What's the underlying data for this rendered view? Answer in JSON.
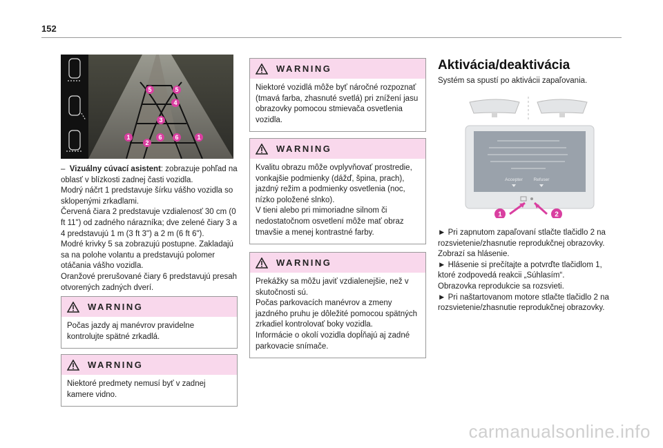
{
  "page": {
    "number": "152",
    "watermark": "carmanualsonline.info"
  },
  "camera_figure": {
    "markers": [
      "5",
      "5",
      "4",
      "3",
      "1",
      "2",
      "6",
      "6",
      "1"
    ]
  },
  "col1": {
    "dash": "–",
    "term": "Vizuálny cúvací asistent",
    "intro": ": zobrazuje pohľad na oblasť v blízkosti zadnej časti vozidla.",
    "p2": "Modrý náčrt 1 predstavuje šírku vášho vozidla so sklopenými zrkadlami.",
    "p3": "Červená čiara 2 predstavuje vzdialenosť 30 cm (0 ft 11\") od zadného nárazníka; dve zelené čiary 3 a 4 predstavujú 1 m (3 ft 3\") a 2 m (6 ft 6\").",
    "p4": "Modré krivky 5 sa zobrazujú postupne. Zakladajú sa na polohe volantu a predstavujú polomer otáčania vášho vozidla.",
    "p5": "Oranžové prerušované čiary 6 predstavujú presah otvorených zadných dverí."
  },
  "warnings": [
    {
      "title": "WARNING",
      "text": "Počas jazdy aj manévrov pravidelne kontrolujte spätné zrkadlá."
    },
    {
      "title": "WARNING",
      "text": "Niektoré predmety nemusí byť v zadnej kamere vidno."
    },
    {
      "title": "WARNING",
      "text": "Niektoré vozidlá môže byť náročné rozpoznať (tmavá farba, zhasnuté svetlá) pri znížení jasu obrazovky pomocou stmievača osvetlenia vozidla."
    },
    {
      "title": "WARNING",
      "text1": "Kvalitu obrazu môže ovplyvňovať prostredie, vonkajšie podmienky (dážď, špina, prach), jazdný režim a podmienky osvetlenia (noc, nízko položené slnko).",
      "text2": "V tieni alebo pri mimoriadne silnom či nedostatočnom osvetlení môže mať obraz tmavšie a menej kontrastné farby."
    },
    {
      "title": "WARNING",
      "text1": "Prekážky sa môžu javiť vzdialenejšie, než v skutočnosti sú.",
      "text2": "Počas parkovacích manévrov a zmeny jazdného pruhu je dôležité pomocou spätných zrkadiel kontrolovať boky vozidla.",
      "text3": "Informácie o okolí vozidla dopĺňajú aj zadné parkovacie snímače."
    }
  ],
  "col3": {
    "heading": "Aktivácia/deaktivácia",
    "intro": "Systém sa spustí po aktivácii zapaľovania.",
    "screen": {
      "accept": "Accepter",
      "refuse": "Refuser"
    },
    "callouts": [
      "1",
      "2"
    ],
    "steps": [
      "► Pri zapnutom zapaľovaní stlačte tlačidlo 2 na rozsvietenie/zhasnutie reprodukčnej obrazovky.",
      "Zobrazí sa hlásenie.",
      "► Hlásenie si prečítajte a potvrďte tlačidlom 1, ktoré zodpovedá reakcii „Súhlasím“.",
      "Obrazovka reprodukcie sa rozsvieti.",
      "► Pri naštartovanom motore stlačte tlačidlo 2 na rozsvietenie/zhasnutie reprodukčnej obrazovky."
    ]
  }
}
